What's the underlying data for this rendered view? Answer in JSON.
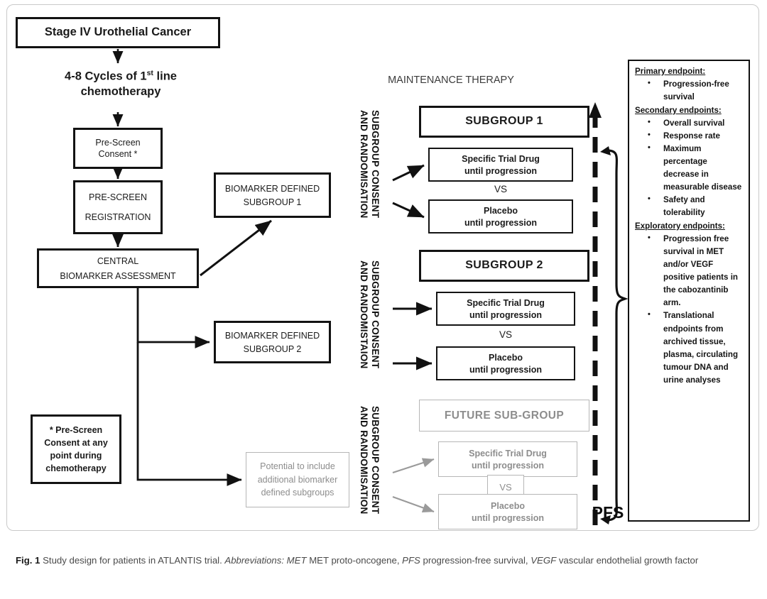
{
  "figure": {
    "caption_label": "Fig. 1",
    "caption_main": "Study design for patients in ATLANTIS trial.",
    "caption_abbrev_label": "Abbreviations:",
    "caption_abbrev_1_term": "MET",
    "caption_abbrev_1_text": "MET proto-oncogene,",
    "caption_abbrev_2_term": "PFS",
    "caption_abbrev_2_text": "progression-free survival,",
    "caption_abbrev_3_term": "VEGF",
    "caption_abbrev_3_text": "vascular endothelial growth factor"
  },
  "flow": {
    "stage_box": "Stage IV Urothelial Cancer",
    "chemo_line1_a": "4-8 Cycles of 1",
    "chemo_line1_sup": "st",
    "chemo_line1_b": " line",
    "chemo_line2": "chemotherapy",
    "prescreen_consent_line1": "Pre-Screen",
    "prescreen_consent_line2": "Consent *",
    "prescreen_reg_line1": "PRE-SCREEN",
    "prescreen_reg_line2": "REGISTRATION",
    "central_line1": "CENTRAL",
    "central_line2": "BIOMARKER  ASSESSMENT",
    "note_prescreen": "* Pre-Screen Consent at any point during chemotherapy"
  },
  "biomarker_groups": [
    {
      "line1": "BIOMARKER  DEFINED",
      "line2": "SUBGROUP 1"
    },
    {
      "line1": "BIOMARKER  DEFINED",
      "line2": "SUBGROUP 2"
    }
  ],
  "biomarker_future": {
    "line1": "Potential to include",
    "line2": "additional biomarker",
    "line3": "defined subgroups"
  },
  "maintenance": {
    "title": "MAINTENANCE THERAPY"
  },
  "consent_labels": [
    {
      "line1": "SUBGROUP CONSENT",
      "line2": "AND RANDOMISATION"
    },
    {
      "line1": "SUBGROUP CONSENT",
      "line2": "AND RANDOMISTAION"
    },
    {
      "line1": "SUBGROUP CONSENT",
      "line2": "AND RANDOMISATION"
    }
  ],
  "subgroups": [
    {
      "header": "SUBGROUP 1",
      "drug_line1": "Specific Trial Drug",
      "drug_line2": "until progression",
      "vs": "VS",
      "placebo_line1": "Placebo",
      "placebo_line2": "until progression"
    },
    {
      "header": "SUBGROUP 2",
      "drug_line1": "Specific Trial Drug",
      "drug_line2": "until progression",
      "vs": "VS",
      "placebo_line1": "Placebo",
      "placebo_line2": "until progression"
    },
    {
      "header": "FUTURE SUB-GROUP",
      "drug_line1": "Specific Trial Drug",
      "drug_line2": "until progression",
      "vs": "VS",
      "placebo_line1": "Placebo",
      "placebo_line2": "until progression"
    }
  ],
  "outcome": {
    "pfs": "PFS"
  },
  "endpoints": {
    "primary_heading": "Primary endpoint:",
    "primary_items": [
      "Progression-free survival"
    ],
    "secondary_heading": "Secondary endpoints:",
    "secondary_items": [
      "Overall survival",
      "Response rate",
      "Maximum percentage decrease in measurable disease",
      "Safety and tolerability"
    ],
    "exploratory_heading": "Exploratory endpoints:",
    "exploratory_items": [
      "Progression free survival in MET and/or VEGF positive patients in the cabozantinib arm.",
      "Translational endpoints from archived tissue, plasma, circulating tumour DNA and urine analyses"
    ]
  },
  "colors": {
    "ink": "#121212",
    "ghost": "#b6b6b6",
    "ghost_text": "#8d8d8d",
    "caption": "#4a4a4a"
  }
}
